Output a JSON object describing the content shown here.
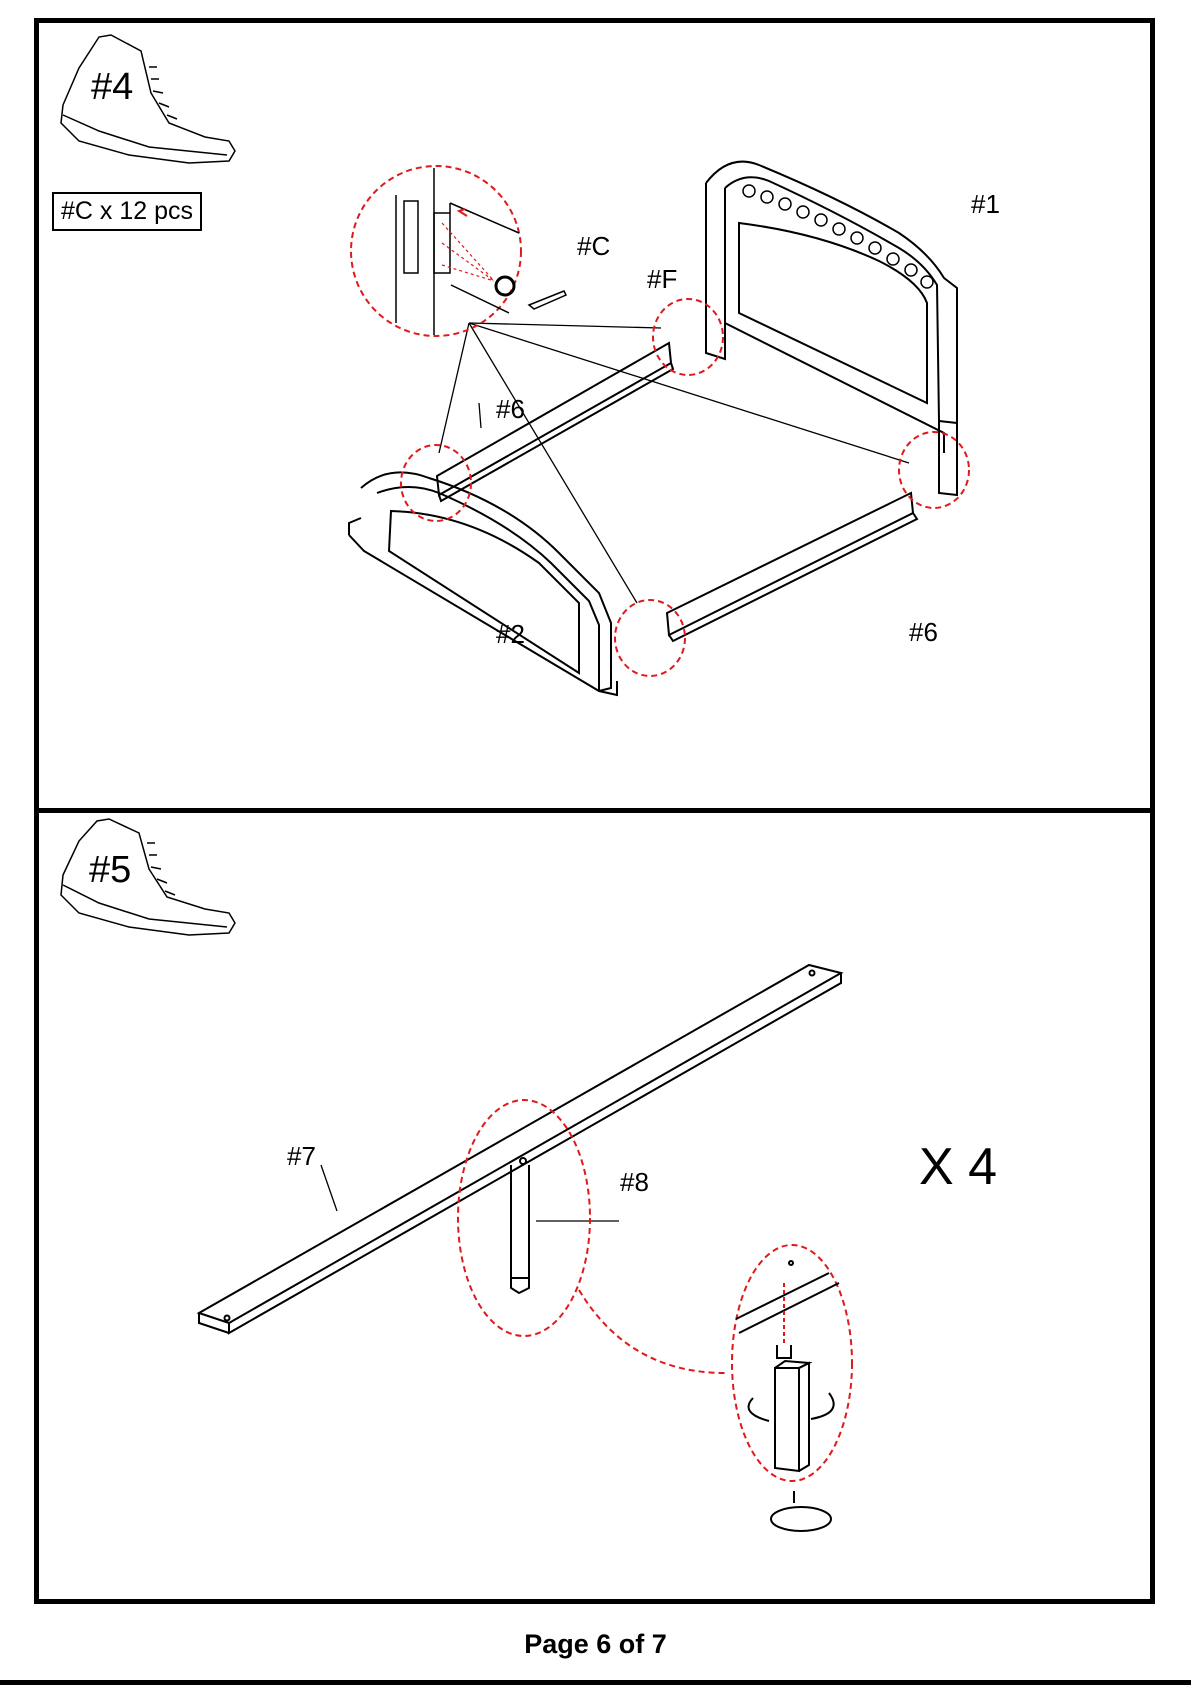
{
  "step4": {
    "badge": "#4",
    "hardware_qty": "#C x 12 pcs",
    "labels": {
      "headboard": "#1",
      "footboard": "#2",
      "bolt": "#C",
      "allen_key": "#F",
      "rail_left": "#6",
      "rail_right": "#6"
    }
  },
  "step5": {
    "badge": "#5",
    "labels": {
      "center_rail": "#7",
      "leg": "#8"
    },
    "multiplier": "X 4"
  },
  "footer": {
    "page_text": "Page 6 of  7"
  },
  "colors": {
    "line": "#000000",
    "callout": "#e0191b"
  }
}
